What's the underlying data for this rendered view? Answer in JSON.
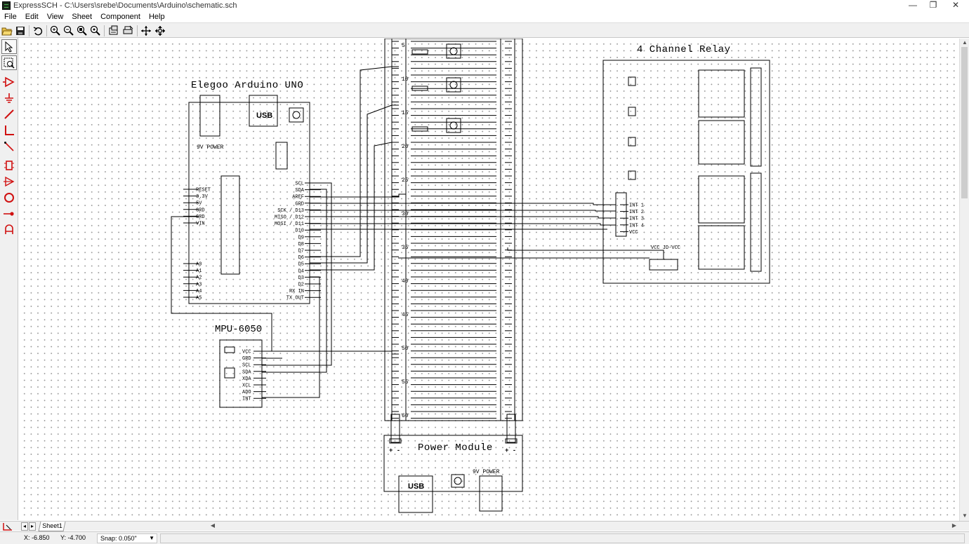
{
  "window": {
    "title": "ExpressSCH - C:\\Users\\srebe\\Documents\\Arduino\\schematic.sch",
    "controls": [
      "—",
      "❐",
      "✕"
    ]
  },
  "menu": [
    "File",
    "Edit",
    "View",
    "Sheet",
    "Component",
    "Help"
  ],
  "toolbar": {
    "icons": [
      "open-icon",
      "save-icon",
      "undo-icon",
      "zoom-in-icon",
      "zoom-out-icon",
      "zoom-area-icon",
      "zoom-fit-icon",
      "sheet-props-icon",
      "print-icon",
      "pan-icon",
      "move-icon"
    ]
  },
  "toolbox": {
    "icons": [
      "select-arrow-icon",
      "zoom-select-icon",
      "component-icon",
      "ground-icon",
      "wire-icon",
      "bus-icon",
      "line-icon",
      "ic-icon",
      "port-icon",
      "circle-icon",
      "junction-icon",
      "text-icon"
    ]
  },
  "schematic": {
    "arduino": {
      "title": "Elegoo Arduino UNO",
      "usb": "USB",
      "power": "9V POWER",
      "left_pins_top": [
        "RESET",
        "3.3V",
        "5V",
        "GRD",
        "GRD",
        "VIN"
      ],
      "left_pins_bottom": [
        "A0",
        "A1",
        "A2",
        "A3",
        "A4",
        "A5"
      ],
      "right_pins": [
        "SCL",
        "SDA",
        "AREF",
        "GRD",
        "SCK / D13",
        "MISO / D12",
        "MOSI / D11",
        "D10",
        "D9",
        "D8",
        "D7",
        "D6",
        "D5",
        "D4",
        "D3",
        "D2",
        "RX IN",
        "TX OUT"
      ]
    },
    "mpu": {
      "title": "MPU-6050",
      "pins": [
        "VCC",
        "GRD",
        "SCL",
        "SDA",
        "XDA",
        "XCL",
        "ADO",
        "INT"
      ]
    },
    "relay": {
      "title": "4 Channel Relay",
      "pins": [
        "INT 1",
        "INT 2",
        "INT 3",
        "INT 4",
        "VCC"
      ],
      "jumper": "VCC JD-VCC"
    },
    "breadboard": {
      "row_numbers": [
        "5",
        "10",
        "15",
        "20",
        "25",
        "30",
        "35",
        "40",
        "45",
        "50",
        "55",
        "60"
      ],
      "rail_marks": [
        "+ -",
        "+ -"
      ]
    },
    "power_module": {
      "title": "Power Module",
      "usb": "USB",
      "power": "9V POWER"
    }
  },
  "sheets": {
    "tabs": [
      "Sheet1"
    ]
  },
  "status": {
    "x": "X: -6.850",
    "y": "Y: -4.700",
    "snap": "Snap: 0.050\""
  }
}
